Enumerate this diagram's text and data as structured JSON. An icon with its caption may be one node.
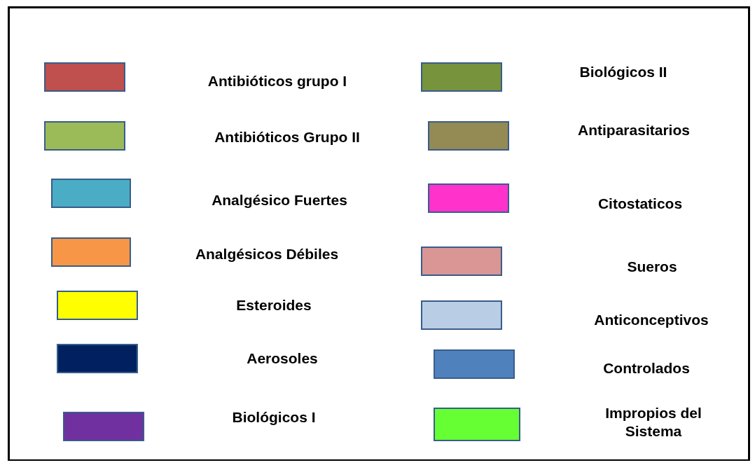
{
  "diagram": {
    "legend": [
      {
        "text": "Antibióticos grupo I",
        "color": "#c0504d"
      },
      {
        "text": "Antibióticos Grupo II",
        "color": "#9bbb59"
      },
      {
        "text": "Analgésico Fuertes",
        "color": "#4bacc6"
      },
      {
        "text": "Analgésicos Débiles",
        "color": "#f79646"
      },
      {
        "text": "Esteroides",
        "color": "#ffff00"
      },
      {
        "text": "Aerosoles",
        "color": "#002060"
      },
      {
        "text": "Biológicos I",
        "color": "#7030a0"
      },
      {
        "text": "Biológicos II",
        "color": "#77933c"
      },
      {
        "text": "Antiparasitarios",
        "color": "#948a54"
      },
      {
        "text": "Citostaticos",
        "color": "#ff33cc"
      },
      {
        "text": "Sueros",
        "color": "#d99694"
      },
      {
        "text": "Anticonceptivos",
        "color": "#b9cde5"
      },
      {
        "text": "Controlados",
        "color": "#4f81bd"
      },
      {
        "text": "Impropios del Sistema",
        "color": "#66ff33"
      }
    ]
  }
}
